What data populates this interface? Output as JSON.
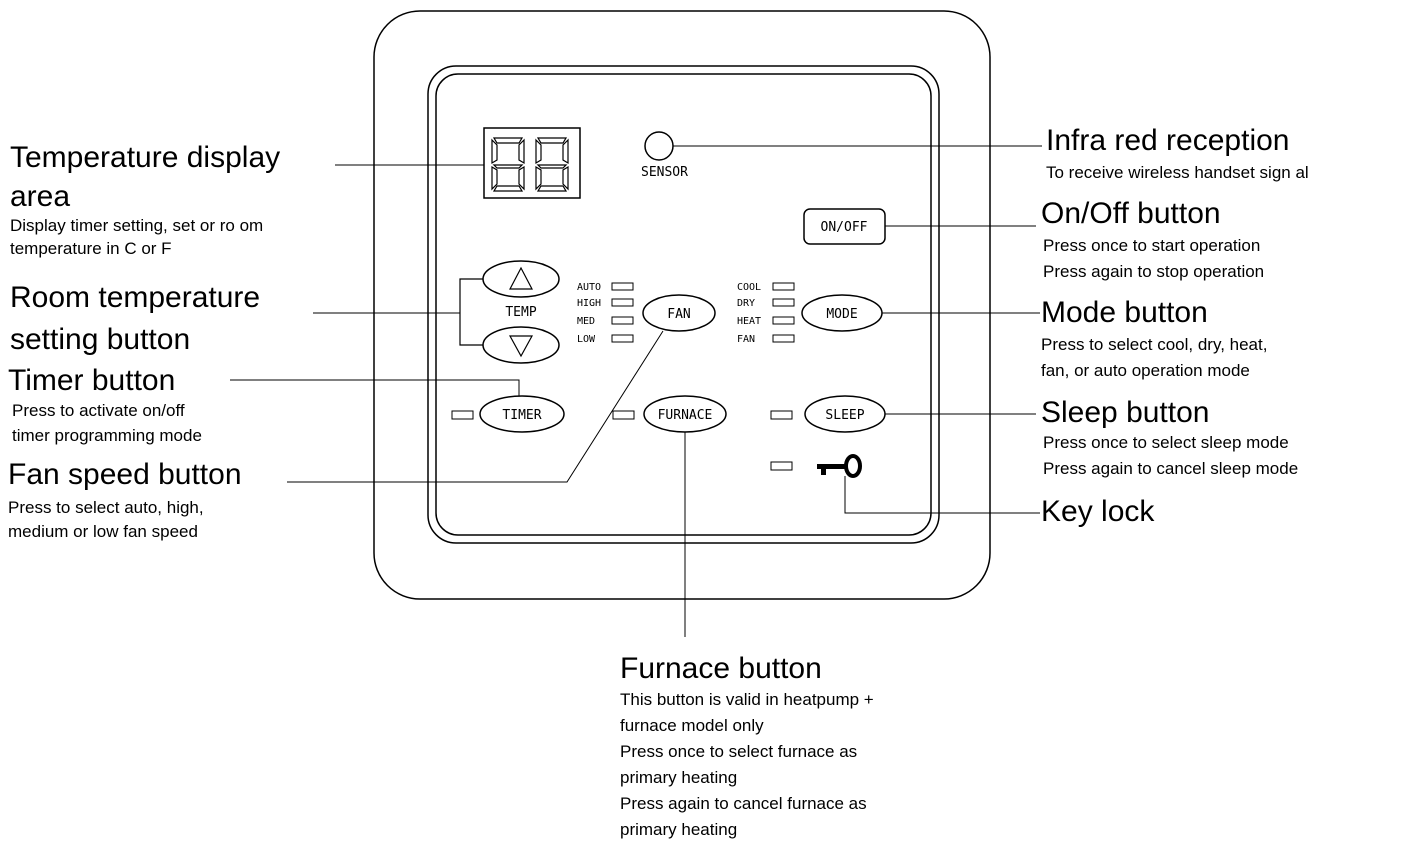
{
  "panel": {
    "sensor_label": "SENSOR",
    "on_off_label": "ON/OFF",
    "temp_label": "TEMP",
    "fan_label": "FAN",
    "mode_label": "MODE",
    "timer_label": "TIMER",
    "furnace_label": "FURNACE",
    "sleep_label": "SLEEP",
    "fan_levels": [
      "AUTO",
      "HIGH",
      "MED",
      "LOW"
    ],
    "modes": [
      "COOL",
      "DRY",
      "HEAT",
      "FAN"
    ],
    "display_value": "88"
  },
  "callouts": {
    "temp_display": {
      "title_line1": "Temperature display",
      "title_line2": "area",
      "desc_line1": "Display timer setting, set or ro om",
      "desc_line2": "temperature in C or F"
    },
    "room_temp": {
      "title_line1": "Room temperature",
      "title_line2": "setting button"
    },
    "timer": {
      "title": "Timer button",
      "desc_line1": "Press to activate on/off",
      "desc_line2": "timer programming mode"
    },
    "fan_speed": {
      "title": "Fan speed button",
      "desc_line1": "Press to select auto, high,",
      "desc_line2": "medium or low fan speed"
    },
    "infra_red": {
      "title": "Infra red reception",
      "desc": "To receive wireless handset sign al"
    },
    "on_off": {
      "title": "On/Off button",
      "desc_line1": "Press once to start operation",
      "desc_line2": "Press again to stop operation"
    },
    "mode": {
      "title": "Mode button",
      "desc_line1": "Press to select cool, dry, heat,",
      "desc_line2": "fan, or auto operation mode"
    },
    "sleep": {
      "title": "Sleep button",
      "desc_line1": "Press once to select sleep mode",
      "desc_line2": "Press again to cancel sleep mode"
    },
    "key_lock": {
      "title": "Key lock"
    },
    "furnace": {
      "title": "Furnace button",
      "lines": [
        "This button is valid in heatpump +",
        "furnace model only",
        "Press once to select furnace as",
        "primary heating",
        "Press again to cancel furnace as",
        "primary heating"
      ]
    }
  }
}
